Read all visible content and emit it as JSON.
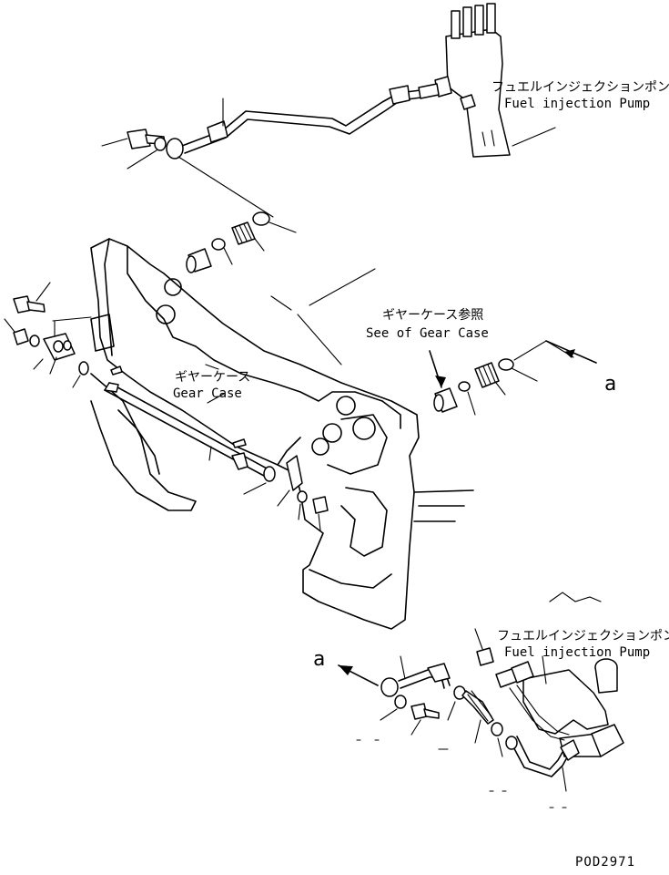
{
  "labels": {
    "pump_top_jp": "フュエルインジェクションポンプ",
    "pump_top_en": "Fuel injection Pump",
    "see_gear_case_jp": "ギヤーケース参照",
    "see_gear_case_en": "See of Gear Case",
    "gear_case_jp": "ギヤーケース",
    "gear_case_en": "Gear Case",
    "pump_bottom_jp": "フュエルインジェクションポンプ",
    "pump_bottom_en": "Fuel injection Pump",
    "marker_right": "a",
    "marker_left": "a"
  },
  "drawing_code": "POD2971"
}
